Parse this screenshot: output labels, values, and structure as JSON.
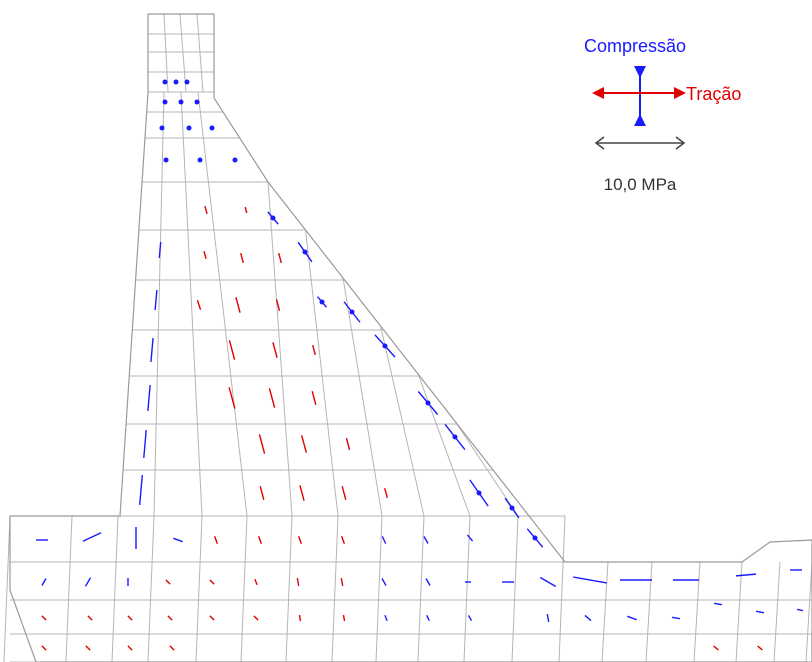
{
  "legend": {
    "compression_label": "Compressão",
    "tension_label": "Tração",
    "scale_label": "10,0 MPa",
    "compression_color": "#1a1aff",
    "tension_color": "#e00000",
    "scale_color": "#444444"
  },
  "mesh": {
    "line_color": "#b5b5b5"
  }
}
